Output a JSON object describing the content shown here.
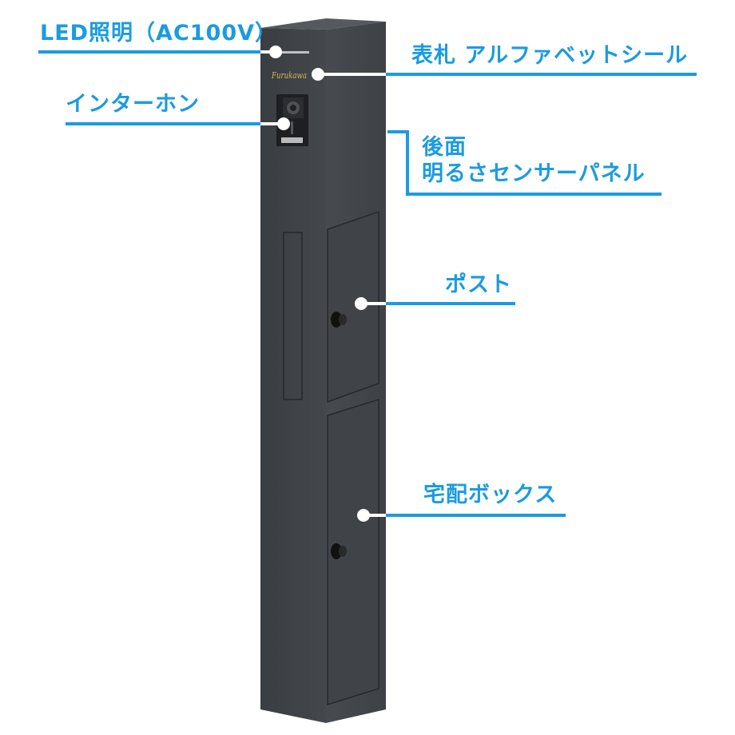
{
  "accent_color": "#1a9be0",
  "product": {
    "logo_text": "Furukawa"
  },
  "labels": {
    "led": "LED照明（AC100V）",
    "nameplate": "表札 アルファベットシール",
    "intercom": "インターホン",
    "sensor_line1": "後面",
    "sensor_line2": "明るさセンサーパネル",
    "post": "ポスト",
    "delivery_box": "宅配ボックス"
  }
}
